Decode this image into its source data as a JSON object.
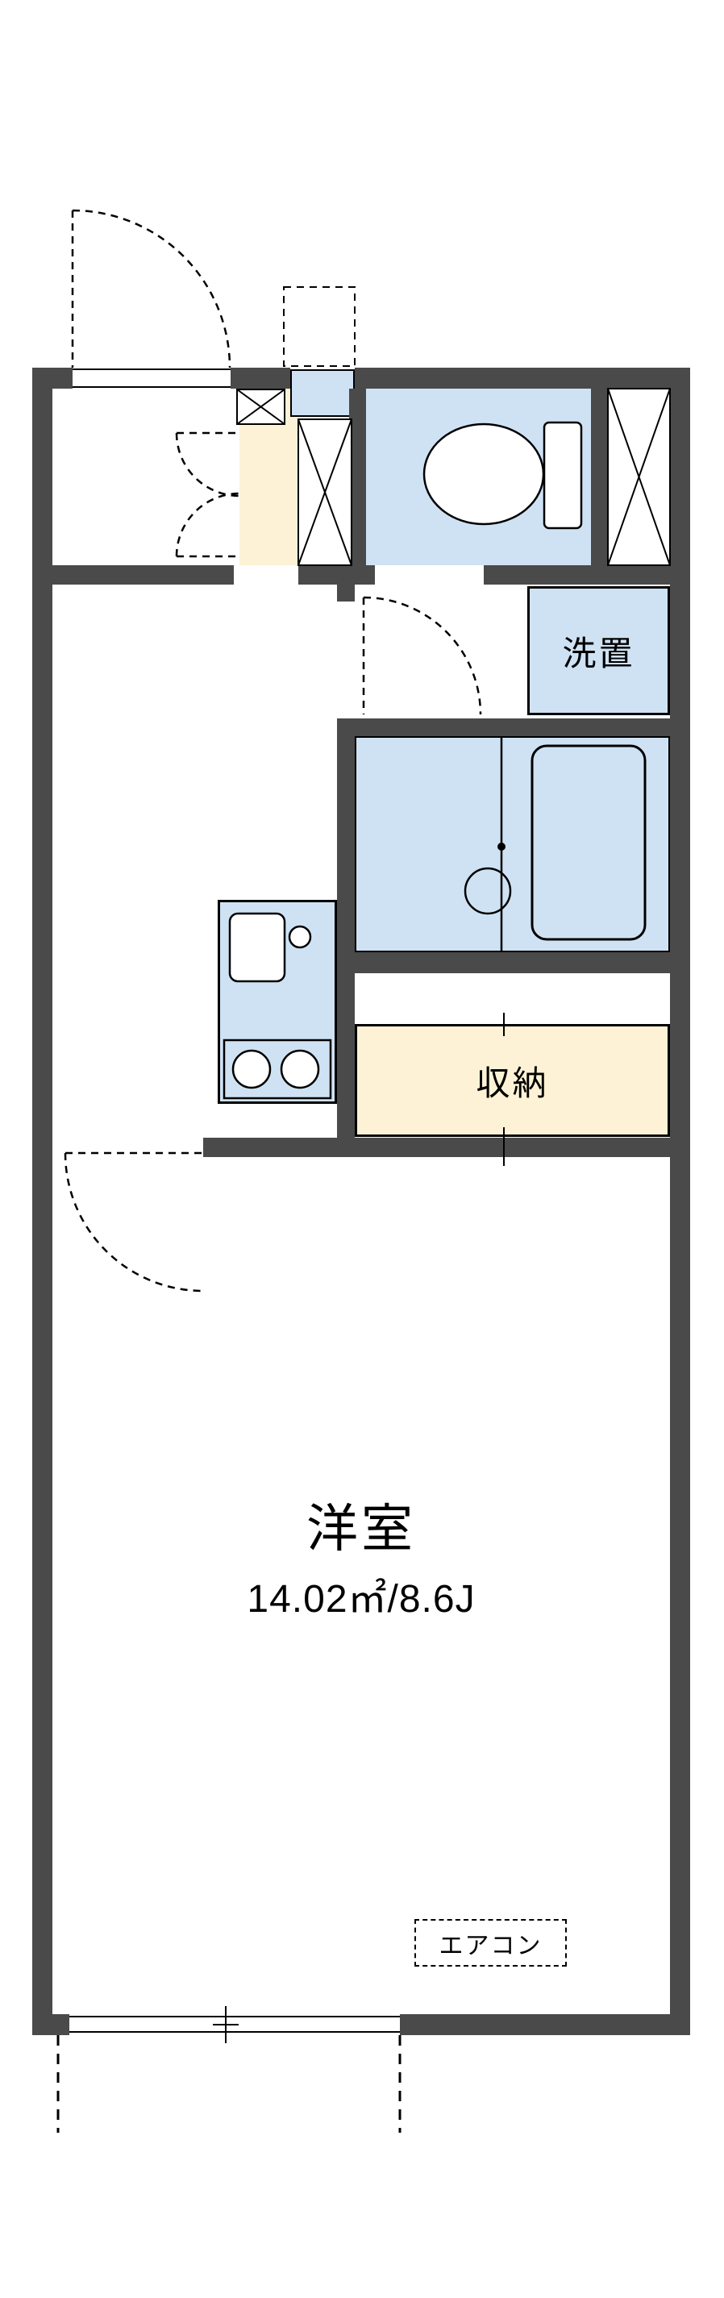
{
  "floorplan": {
    "type": "apartment-floor-plan",
    "labels": {
      "washer": "洗置",
      "storage": "収納",
      "room_name": "洋室",
      "room_area": "14.02㎡/8.6J",
      "aircon": "エアコン"
    },
    "colors": {
      "wall": "#4a4a4b",
      "water_area_blue": "#cfe2f4",
      "storage_cream": "#fdf2d5",
      "line_black": "#000000",
      "background": "#ffffff"
    }
  }
}
